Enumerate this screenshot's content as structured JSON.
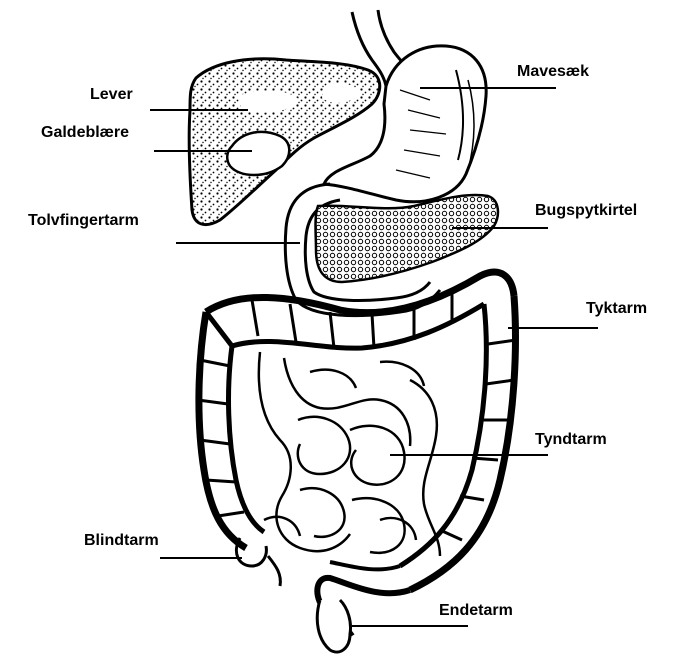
{
  "labels": {
    "lever": "Lever",
    "galdeblaere": "Galdeblære",
    "tolvfingertarm": "Tolvfingertarm",
    "blindtarm": "Blindtarm",
    "mavesaek": "Mavesæk",
    "bugspytkirtel": "Bugspytkirtel",
    "tyktarm": "Tyktarm",
    "tyndtarm": "Tyndtarm",
    "endetarm": "Endetarm"
  }
}
